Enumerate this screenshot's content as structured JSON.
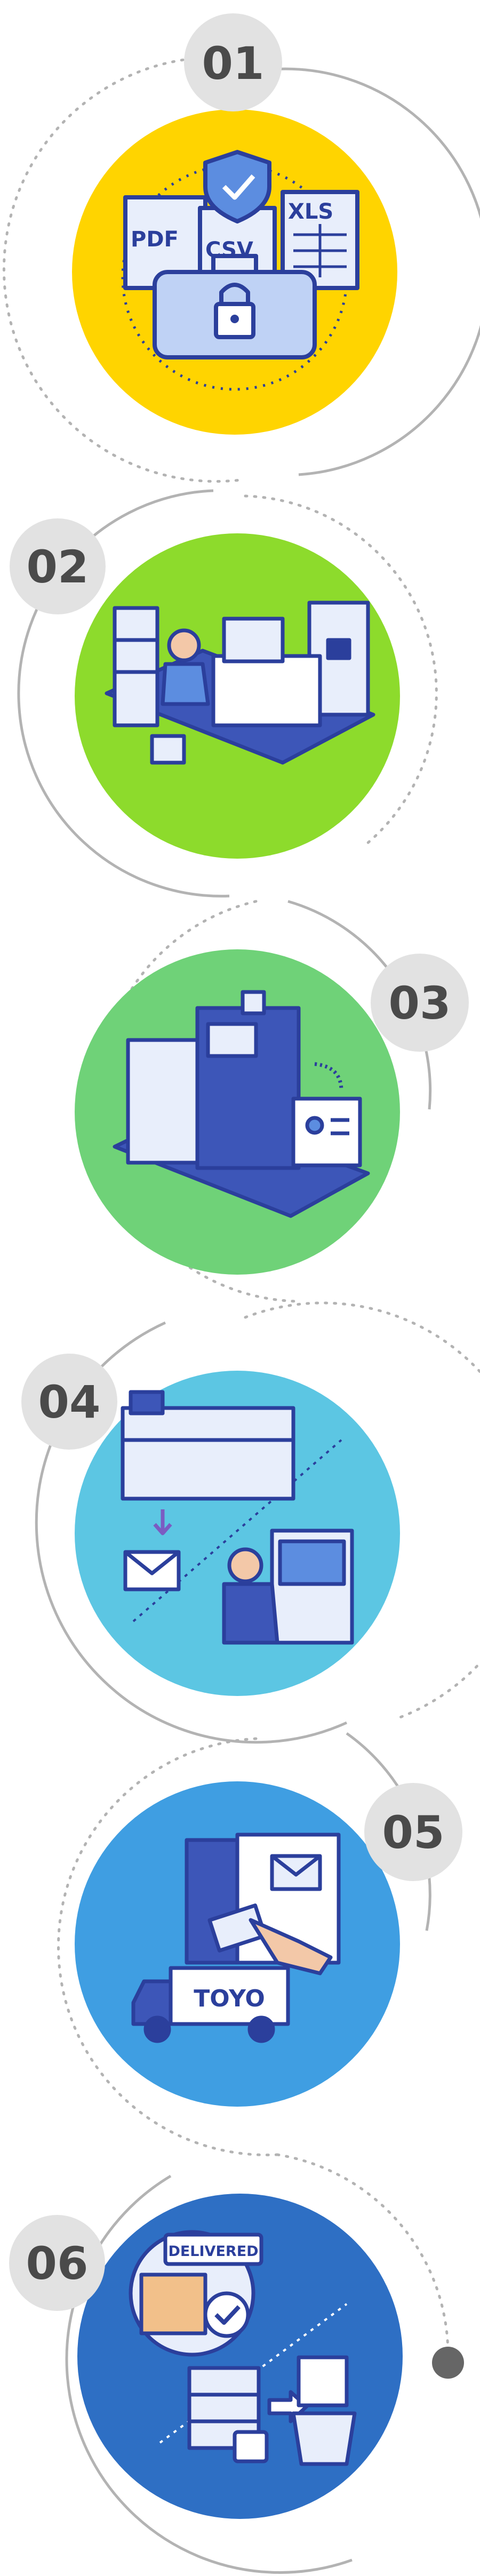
{
  "steps": [
    {
      "number": "01",
      "circle_color": "#FFD400",
      "labels": {
        "pdf": "PDF",
        "csv": "CSV",
        "xls": "XLS"
      }
    },
    {
      "number": "02",
      "circle_color": "#8DDB2C"
    },
    {
      "number": "03",
      "circle_color": "#6FD278"
    },
    {
      "number": "04",
      "circle_color": "#5CC6E3"
    },
    {
      "number": "05",
      "circle_color": "#3F9EE2",
      "labels": {
        "truck": "TOYO"
      }
    },
    {
      "number": "06",
      "circle_color": "#2E6FC4",
      "labels": {
        "delivered": "DELIVERED"
      }
    }
  ],
  "colors": {
    "badge_bg": "#E2E2E2",
    "badge_text": "#4A4A4A",
    "connector": "#B3B3B3",
    "illustration_ink": "#2B3F9C",
    "end_dot": "#666666"
  }
}
